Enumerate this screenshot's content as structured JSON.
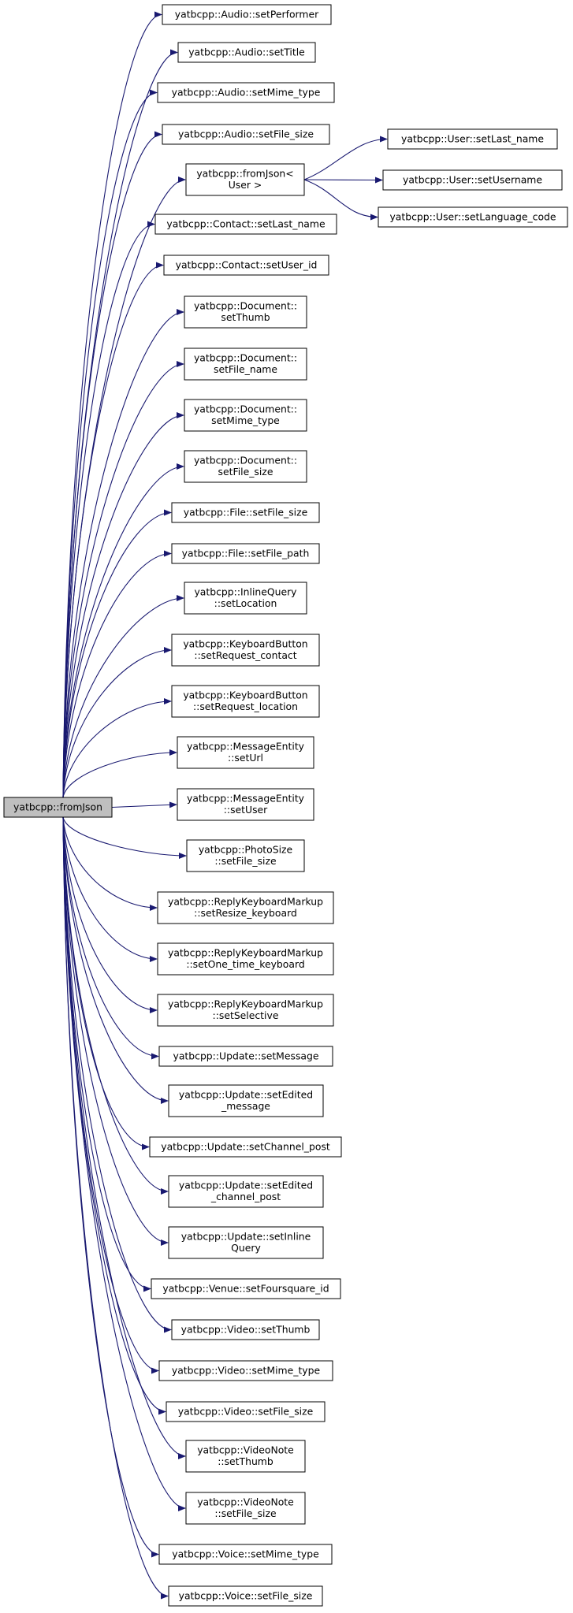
{
  "graph": {
    "root": {
      "id": "root",
      "lines": [
        "yatbcpp::fromJson"
      ]
    },
    "nodes": [
      {
        "id": "n1",
        "lines": [
          "yatbcpp::Audio::setPerformer"
        ]
      },
      {
        "id": "n2",
        "lines": [
          "yatbcpp::Audio::setTitle"
        ]
      },
      {
        "id": "n3",
        "lines": [
          "yatbcpp::Audio::setMime_type"
        ]
      },
      {
        "id": "n4",
        "lines": [
          "yatbcpp::Audio::setFile_size"
        ]
      },
      {
        "id": "n5",
        "lines": [
          "yatbcpp::fromJson<",
          "User >"
        ]
      },
      {
        "id": "n6",
        "lines": [
          "yatbcpp::Contact::setLast_name"
        ]
      },
      {
        "id": "n7",
        "lines": [
          "yatbcpp::Contact::setUser_id"
        ]
      },
      {
        "id": "n8",
        "lines": [
          "yatbcpp::Document::",
          "setThumb"
        ]
      },
      {
        "id": "n9",
        "lines": [
          "yatbcpp::Document::",
          "setFile_name"
        ]
      },
      {
        "id": "n10",
        "lines": [
          "yatbcpp::Document::",
          "setMime_type"
        ]
      },
      {
        "id": "n11",
        "lines": [
          "yatbcpp::Document::",
          "setFile_size"
        ]
      },
      {
        "id": "n12",
        "lines": [
          "yatbcpp::File::setFile_size"
        ]
      },
      {
        "id": "n13",
        "lines": [
          "yatbcpp::File::setFile_path"
        ]
      },
      {
        "id": "n14",
        "lines": [
          "yatbcpp::InlineQuery",
          "::setLocation"
        ]
      },
      {
        "id": "n15",
        "lines": [
          "yatbcpp::KeyboardButton",
          "::setRequest_contact"
        ]
      },
      {
        "id": "n16",
        "lines": [
          "yatbcpp::KeyboardButton",
          "::setRequest_location"
        ]
      },
      {
        "id": "n17",
        "lines": [
          "yatbcpp::MessageEntity",
          "::setUrl"
        ]
      },
      {
        "id": "n18",
        "lines": [
          "yatbcpp::MessageEntity",
          "::setUser"
        ]
      },
      {
        "id": "n19",
        "lines": [
          "yatbcpp::PhotoSize",
          "::setFile_size"
        ]
      },
      {
        "id": "n20",
        "lines": [
          "yatbcpp::ReplyKeyboardMarkup",
          "::setResize_keyboard"
        ]
      },
      {
        "id": "n21",
        "lines": [
          "yatbcpp::ReplyKeyboardMarkup",
          "::setOne_time_keyboard"
        ]
      },
      {
        "id": "n22",
        "lines": [
          "yatbcpp::ReplyKeyboardMarkup",
          "::setSelective"
        ]
      },
      {
        "id": "n23",
        "lines": [
          "yatbcpp::Update::setMessage"
        ]
      },
      {
        "id": "n24",
        "lines": [
          "yatbcpp::Update::setEdited",
          "_message"
        ]
      },
      {
        "id": "n25",
        "lines": [
          "yatbcpp::Update::setChannel_post"
        ]
      },
      {
        "id": "n26",
        "lines": [
          "yatbcpp::Update::setEdited",
          "_channel_post"
        ]
      },
      {
        "id": "n27",
        "lines": [
          "yatbcpp::Update::setInline",
          "Query"
        ]
      },
      {
        "id": "n28",
        "lines": [
          "yatbcpp::Venue::setFoursquare_id"
        ]
      },
      {
        "id": "n29",
        "lines": [
          "yatbcpp::Video::setThumb"
        ]
      },
      {
        "id": "n30",
        "lines": [
          "yatbcpp::Video::setMime_type"
        ]
      },
      {
        "id": "n31",
        "lines": [
          "yatbcpp::Video::setFile_size"
        ]
      },
      {
        "id": "n32",
        "lines": [
          "yatbcpp::VideoNote",
          "::setThumb"
        ]
      },
      {
        "id": "n33",
        "lines": [
          "yatbcpp::VideoNote",
          "::setFile_size"
        ]
      },
      {
        "id": "n34",
        "lines": [
          "yatbcpp::Voice::setMime_type"
        ]
      },
      {
        "id": "n35",
        "lines": [
          "yatbcpp::Voice::setFile_size"
        ]
      },
      {
        "id": "u1",
        "lines": [
          "yatbcpp::User::setLast_name"
        ]
      },
      {
        "id": "u2",
        "lines": [
          "yatbcpp::User::setUsername"
        ]
      },
      {
        "id": "u3",
        "lines": [
          "yatbcpp::User::setLanguage_code"
        ]
      }
    ],
    "edges": [
      [
        "root",
        "n1"
      ],
      [
        "root",
        "n2"
      ],
      [
        "root",
        "n3"
      ],
      [
        "root",
        "n4"
      ],
      [
        "root",
        "n5"
      ],
      [
        "root",
        "n6"
      ],
      [
        "root",
        "n7"
      ],
      [
        "root",
        "n8"
      ],
      [
        "root",
        "n9"
      ],
      [
        "root",
        "n10"
      ],
      [
        "root",
        "n11"
      ],
      [
        "root",
        "n12"
      ],
      [
        "root",
        "n13"
      ],
      [
        "root",
        "n14"
      ],
      [
        "root",
        "n15"
      ],
      [
        "root",
        "n16"
      ],
      [
        "root",
        "n17"
      ],
      [
        "root",
        "n18"
      ],
      [
        "root",
        "n19"
      ],
      [
        "root",
        "n20"
      ],
      [
        "root",
        "n21"
      ],
      [
        "root",
        "n22"
      ],
      [
        "root",
        "n23"
      ],
      [
        "root",
        "n24"
      ],
      [
        "root",
        "n25"
      ],
      [
        "root",
        "n26"
      ],
      [
        "root",
        "n27"
      ],
      [
        "root",
        "n28"
      ],
      [
        "root",
        "n29"
      ],
      [
        "root",
        "n30"
      ],
      [
        "root",
        "n31"
      ],
      [
        "root",
        "n32"
      ],
      [
        "root",
        "n33"
      ],
      [
        "root",
        "n34"
      ],
      [
        "root",
        "n35"
      ],
      [
        "n5",
        "u1"
      ],
      [
        "n5",
        "u2"
      ],
      [
        "n5",
        "u3"
      ]
    ],
    "colors": {
      "edge": "#191970",
      "root_fill": "#bfbfbf",
      "node_fill": "#ffffff",
      "border": "#000000"
    }
  }
}
